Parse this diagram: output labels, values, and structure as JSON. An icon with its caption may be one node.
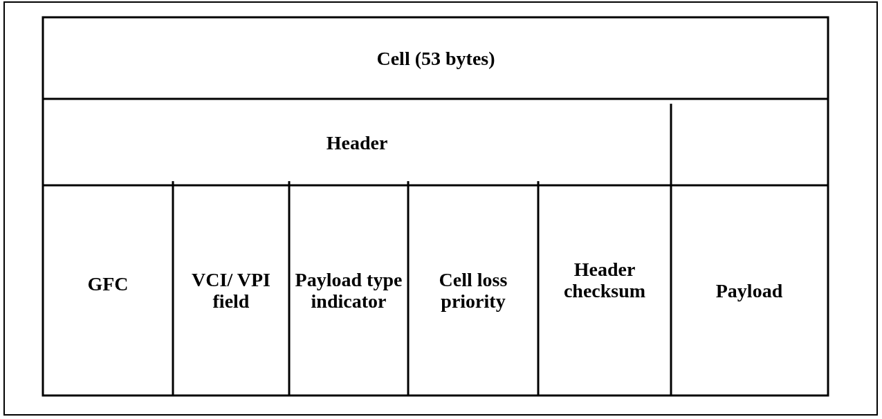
{
  "diagram": {
    "labels": [
      "Cell (53 bytes)",
      "Header",
      "GFC",
      "VCI/ VPI field",
      "Payload type indicator",
      "Cell loss priority",
      "Header checksum",
      "Payload"
    ]
  }
}
